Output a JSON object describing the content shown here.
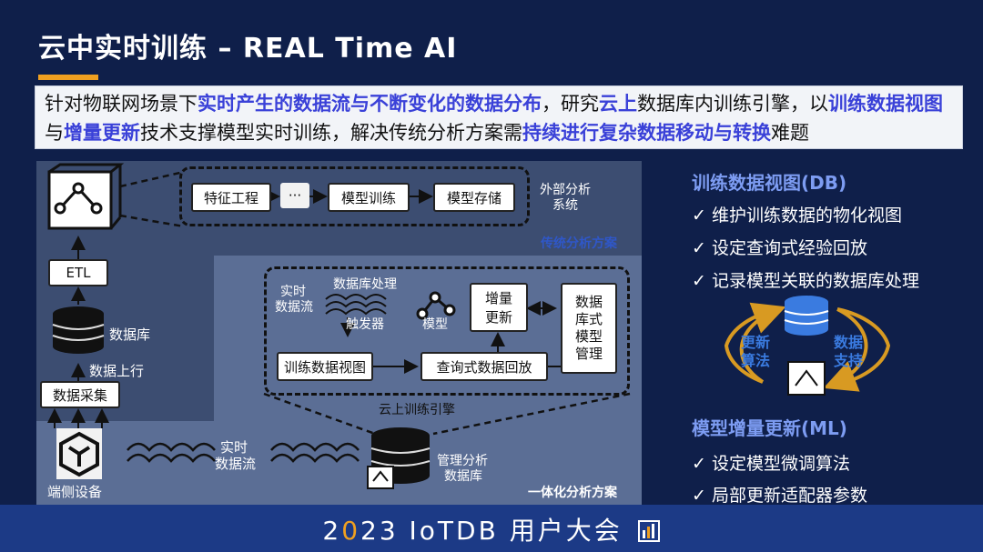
{
  "title": "云中实时训练 – REAL Time AI",
  "banner": {
    "p1": "针对物联网场景下",
    "h1": "实时产生的数据流与不断变化的数据分布",
    "p2": "，研究",
    "h2": "云上",
    "p3": "数据库内训练引擎，以",
    "h3": "训练数据视图",
    "p4": "与",
    "h4": "增量更新",
    "p5": "技术支撑模型实时训练，解决传统分析方案需",
    "h5": "持续进行复杂数据移动与转换",
    "p6": "难题"
  },
  "diagram": {
    "feature_eng": "特征工程",
    "ellipsis": "···",
    "model_train": "模型训练",
    "model_store": "模型存储",
    "external_line1": "外部分析",
    "external_line2": "系统",
    "traditional": "传统分析方案",
    "etl": "ETL",
    "database": "数据库",
    "data_upload": "数据上行",
    "data_collect": "数据采集",
    "edge_device": "端侧设备",
    "realtime_line1": "实时",
    "realtime_line2": "数据流",
    "db_process": "数据库处理",
    "trigger": "触发器",
    "model": "模型",
    "incr_line1": "增量",
    "incr_line2": "更新",
    "dbmodel_line1": "数据",
    "dbmodel_line2": "库式",
    "dbmodel_line3": "模型",
    "dbmodel_line4": "管理",
    "train_view": "训练数据视图",
    "query_replay": "查询式数据回放",
    "cloud_engine": "云上训练引擎",
    "mgmt_line1": "管理分析",
    "mgmt_line2": "数据库",
    "integrated": "一体化分析方案"
  },
  "right": {
    "head1": "训练数据视图(DB)",
    "bullets1": [
      "维护训练数据的物化视图",
      "设定查询式经验回放",
      "记录模型关联的数据库处理"
    ],
    "cycle_left1": "更新",
    "cycle_left2": "算法",
    "cycle_right1": "数据",
    "cycle_right2": "支持",
    "head2": "模型增量更新(ML)",
    "bullets2": [
      "设定模型微调算法",
      "局部更新适配器参数"
    ],
    "check": "✓"
  },
  "footer": {
    "pre": "2",
    "hl": "0",
    "post": "23 IoTDB 用户大会"
  },
  "colors": {
    "accent_orange": "#f0a020",
    "highlight_blue": "#3a41d8",
    "footer_blue": "#1c3a86"
  }
}
